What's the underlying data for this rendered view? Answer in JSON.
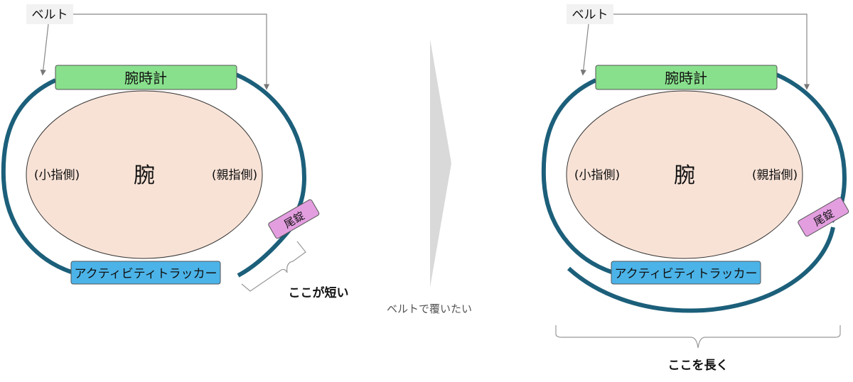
{
  "left": {
    "belt_label": "ベルト",
    "watch_label": "腕時計",
    "arm_label": "腕",
    "pinky_label": "(小指側)",
    "thumb_label": "(親指側)",
    "tail_lock_label": "尾錠",
    "tracker_label": "アクティビティトラッカー",
    "note": "ここが短い"
  },
  "middle": {
    "caption": "ベルトで覆いたい"
  },
  "right": {
    "belt_label": "ベルト",
    "watch_label": "腕時計",
    "arm_label": "腕",
    "pinky_label": "(小指側)",
    "thumb_label": "(親指側)",
    "tail_lock_label": "尾錠",
    "tracker_label": "アクティビティトラッカー",
    "note": "ここを長く"
  },
  "colors": {
    "belt": "#1c5f7a",
    "watch": "#88e08c",
    "arm": "#f8e2d6",
    "tracker": "#4bb3e8",
    "tail_lock": "#e39ee0",
    "arrow_shape": "#d9d9d9",
    "label_box": "#f2f2f2"
  }
}
